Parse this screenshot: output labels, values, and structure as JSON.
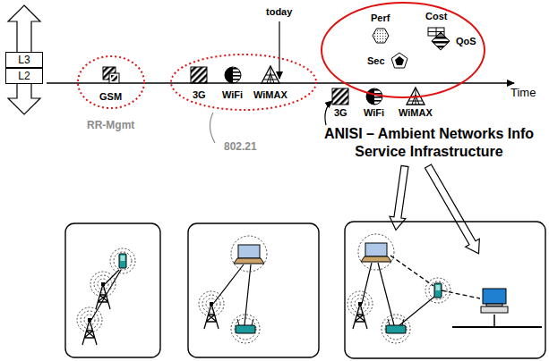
{
  "diagram": {
    "nodes": [
      {
        "text": [
          "L3"
        ]
      },
      {
        "text": [
          "L2"
        ]
      },
      {
        "text": [
          "GSM"
        ]
      },
      {
        "text": [
          "3G",
          "WiFi",
          "WiMAX"
        ]
      },
      {
        "text": [
          "Perf",
          "Cost",
          "Sec",
          "QoS"
        ]
      }
    ],
    "labels": [
      "today",
      "Time",
      "RR-Mgmt",
      "802.21",
      "3G",
      "WiFi",
      "WiMAX",
      "ANISI – Ambient Networks Info Service Infrastructure"
    ]
  }
}
